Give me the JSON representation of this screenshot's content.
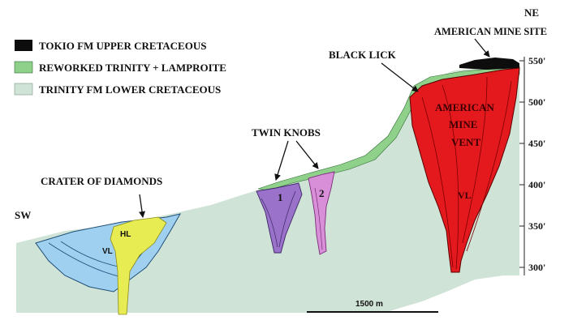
{
  "legend": {
    "items": [
      {
        "label": "TOKIO FM  UPPER CRETACEOUS",
        "color": "#0d0d0d"
      },
      {
        "label": "REWORKED TRINITY + LAMPROITE",
        "color": "#8fd08a"
      },
      {
        "label": "TRINITY FM  LOWER CRETACEOUS",
        "color": "#cfe3d6"
      }
    ]
  },
  "orientation": {
    "left": "SW",
    "right": "NE"
  },
  "labels": {
    "american_mine_site": "AMERICAN MINE SITE",
    "black_lick": "BLACK LICK",
    "twin_knobs": "TWIN KNOBS",
    "crater_of_diamonds": "CRATER OF DIAMONDS",
    "knob1": "1",
    "knob2": "2",
    "hl": "HL",
    "vl_crater": "VL",
    "vent_line1": "AMERICAN",
    "vent_line2": "MINE",
    "vent_line3": "VENT",
    "vl_vent": "VL"
  },
  "elevation_ticks": [
    "550'",
    "500'",
    "450'",
    "400'",
    "350'",
    "300'"
  ],
  "scale_bar": {
    "label": "1500 m"
  },
  "colors": {
    "trinity": "#cfe3d6",
    "reworked": "#8fd08a",
    "tokio": "#0d0d0d",
    "crater_blue": "#9fd0ef",
    "crater_yellow": "#e7ec52",
    "knob1_purple": "#9a72c9",
    "knob2_pink": "#d88fd8",
    "vent_red": "#e4191e"
  }
}
